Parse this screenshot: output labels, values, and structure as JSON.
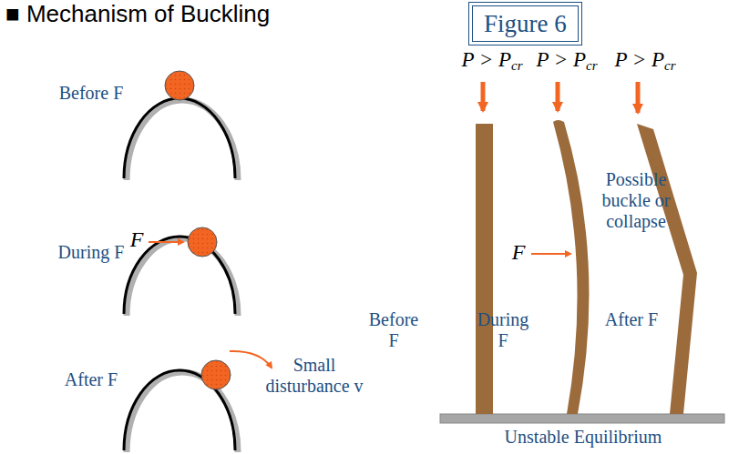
{
  "diagram": {
    "title": "■ Mechanism of Buckling",
    "nodes": [
      {
        "text": [
          "Figure 6"
        ]
      }
    ],
    "labels": [
      "Before F",
      "F",
      "During F",
      "After F",
      "Small disturbance v",
      "P > Pcr",
      "P > Pcr",
      "P > Pcr",
      "Possible buckle or collapse",
      "F",
      "Before F",
      "During F",
      "After F",
      "Unstable Equilibrium"
    ]
  }
}
